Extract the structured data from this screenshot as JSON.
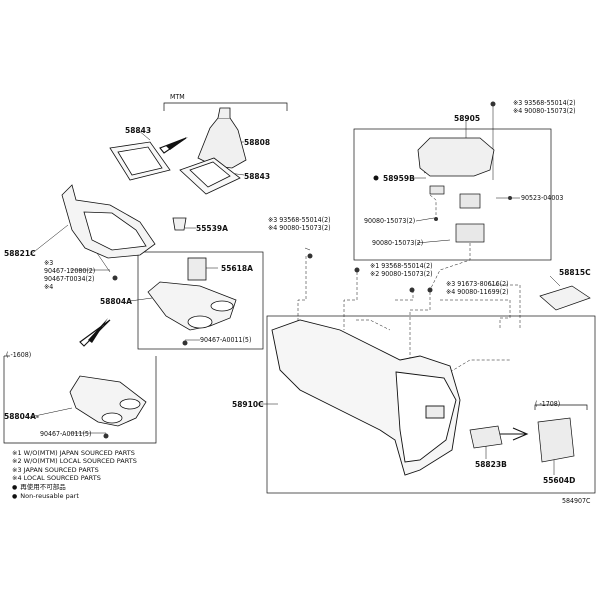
{
  "sections": {
    "mtm": "MTM",
    "range_1608": "( -1608)",
    "range_1708": "( -1708)"
  },
  "parts": {
    "p58843_top": "58843",
    "p58808": "58808",
    "p58843_boot": "58843",
    "p58821C": "58821C",
    "p55539A": "55539A",
    "p55618A": "55618A",
    "p58804A": "58804A",
    "p58804A_old": "58804A-",
    "p58905": "58905",
    "p58959B": "58959B",
    "p58815C": "58815C",
    "p58910C": "58910C",
    "p58823B": "58823B",
    "p55604D": "55604D"
  },
  "fasteners": {
    "f_90467_12080": "90467-12080(2)",
    "f_90467_T0034": "90467-T0034(2)",
    "f_mark3_a": "※3",
    "f_mark4_a": "※4",
    "f_90467_A0011": "90467-A0011(5)",
    "f_90467_A0011_old": "90467-A0011(5)",
    "f_93568_top": "※3 93568-55014(2)",
    "f_90080_top": "※4 90080-15073(2)",
    "f_90080_lid1": "90080-15073(2)",
    "f_90080_lid2": "90080-15073(2)",
    "f_90523": "90523-04003",
    "f_93568_mid": "※3 93568-55014(2)",
    "f_90080_mid": "※4 90080-15073(2)",
    "f_93568_low": "※1 93568-55014(2)",
    "f_90080_low": "※2 90080-15073(2)",
    "f_91673": "※3 91673-80616(2)",
    "f_90080_11699": "※4 90080-11699(2)"
  },
  "legend": {
    "l1": "※1 W/O(MTM) JAPAN SOURCED PARTS",
    "l2": "※2 W/O(MTM) LOCAL SOURCED PARTS",
    "l3": "※3 JAPAN SOURCED PARTS",
    "l4": "※4 LOCAL SOURCED PARTS",
    "l5": "再使用不可部品",
    "l6": "Non-reusable part"
  },
  "diagram_code": "584907C"
}
